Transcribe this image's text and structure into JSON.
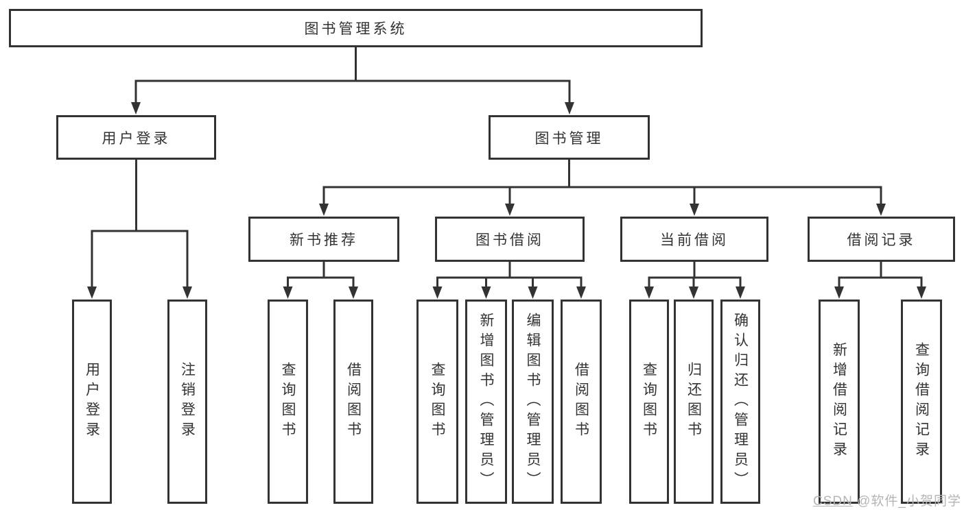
{
  "tree": {
    "root": {
      "label": "图书管理系统"
    },
    "children": [
      {
        "label": "用户登录",
        "children": [
          {
            "label": "用户登录"
          },
          {
            "label": "注销登录"
          }
        ]
      },
      {
        "label": "图书管理",
        "children": [
          {
            "label": "新书推荐",
            "children": [
              {
                "label": "查询图书"
              },
              {
                "label": "借阅图书"
              }
            ]
          },
          {
            "label": "图书借阅",
            "children": [
              {
                "label": "查询图书"
              },
              {
                "label": "新增图书（管理员）"
              },
              {
                "label": "编辑图书（管理员）"
              },
              {
                "label": "借阅图书"
              }
            ]
          },
          {
            "label": "当前借阅",
            "children": [
              {
                "label": "查询图书"
              },
              {
                "label": "归还图书"
              },
              {
                "label": "确认归还（管理员）"
              }
            ]
          },
          {
            "label": "借阅记录",
            "children": [
              {
                "label": "新增借阅记录"
              },
              {
                "label": "查询借阅记录"
              }
            ]
          }
        ]
      }
    ]
  },
  "watermark": {
    "prefix": "CSDN",
    "handle": " @软件_小贺同学"
  },
  "colors": {
    "line": "#333333",
    "text": "#333333",
    "box_background": "#ffffff",
    "watermark": "#b5b5b5",
    "background": "#ffffff"
  }
}
